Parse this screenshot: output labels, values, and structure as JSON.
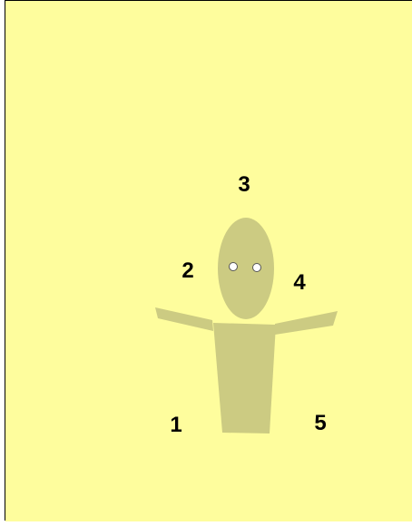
{
  "colors": {
    "background": "#fefd9d",
    "figure": "#cccb82",
    "eyes": "#ffffff",
    "eye_outline": "#555555",
    "border": "#000000",
    "labels": "#000000"
  },
  "figure": {
    "parts": [
      "head",
      "left-eye",
      "right-eye",
      "torso",
      "left-arm",
      "right-arm"
    ]
  },
  "labels": [
    {
      "id": "1",
      "text": "1"
    },
    {
      "id": "2",
      "text": "2"
    },
    {
      "id": "3",
      "text": "3"
    },
    {
      "id": "4",
      "text": "4"
    },
    {
      "id": "5",
      "text": "5"
    }
  ]
}
